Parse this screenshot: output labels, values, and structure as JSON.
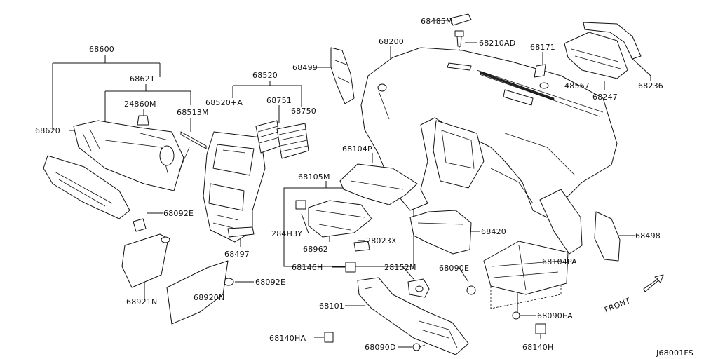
{
  "labels": {
    "l68485M": "68485M",
    "l68210AD": "68210AD",
    "l68200": "68200",
    "l68171": "68171",
    "l68499": "68499",
    "l48567": "48567",
    "l68236": "68236",
    "l68247": "68247",
    "l68600": "68600",
    "l68621": "68621",
    "l68520": "68520",
    "l24860M": "24860M",
    "l68513M": "68513M",
    "l68520A": "68520+A",
    "l68751": "68751",
    "l68750": "68750",
    "l68620": "68620",
    "l68104P": "68104P",
    "l68105M": "68105M",
    "l68092E_a": "68092E",
    "l284H3Y": "284H3Y",
    "l28023X": "28023X",
    "l68962": "68962",
    "l68497": "68497",
    "l68420": "68420",
    "l68498": "68498",
    "l68146H": "68146H",
    "l28152M": "28152M",
    "l68090E": "68090E",
    "l68104PA": "68104PA",
    "l68092E_b": "68092E",
    "l68921N": "68921N",
    "l68920N": "68920N",
    "l68101": "68101",
    "l68090EA": "68090EA",
    "l68140HA": "68140HA",
    "l68090D": "68090D",
    "l68140H": "68140H",
    "front": "FRONT",
    "code": "J68001FS"
  }
}
